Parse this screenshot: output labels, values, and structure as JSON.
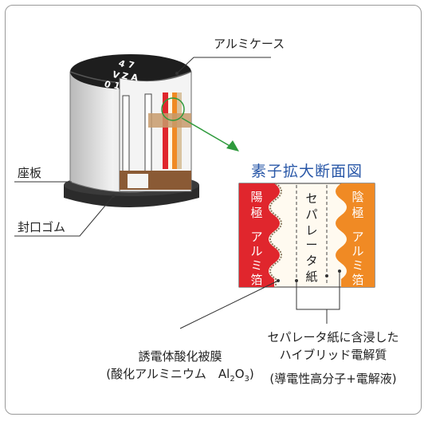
{
  "labels": {
    "case": "アルミケース",
    "seat": "座板",
    "seal": "封口ゴム",
    "detail_title": "素子拡大断面図",
    "anode": "陽極 アルミ箔",
    "cathode": "陰極 アルミ箔",
    "separator": "セパレータ紙",
    "oxide_line1": "誘電体酸化被膜",
    "oxide_line2": "(酸化アルミニウム　Al2O3)",
    "electrolyte_line1": "セパレータ紙に含浸した",
    "electrolyte_line2": "ハイブリッド電解質",
    "electrolyte_line3": "(導電性高分子+電解液)",
    "can_marking": "47 VZA 01"
  },
  "colors": {
    "anode": "#e0262d",
    "cathode": "#f08a24",
    "arrow": "#2e9a3c",
    "title": "#2a58a8"
  }
}
